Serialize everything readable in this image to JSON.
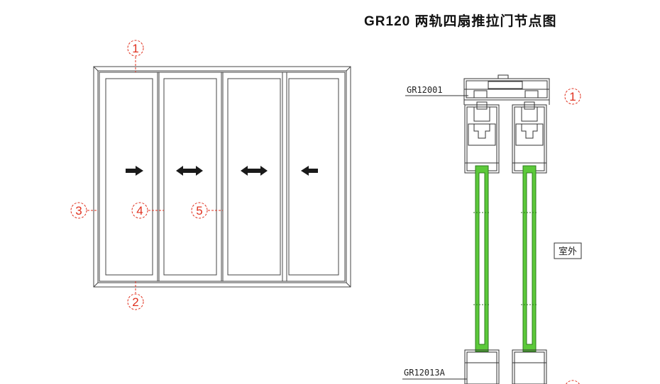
{
  "title": "GR120 两轨四扇推拉门节点图",
  "callouts": [
    "1",
    "2",
    "3",
    "4",
    "5"
  ],
  "detail": {
    "top_profile_label": "GR12001",
    "bottom_profile_label": "GR12013A",
    "exterior_label": "室外",
    "section_callout": "1"
  },
  "colors": {
    "callout": "#e0301e",
    "glass": "#5cc93a",
    "line": "#333333",
    "arrow": "#1a1a1a"
  },
  "panel_arrows": [
    "arrow-right-icon",
    "double-arrow-icon",
    "double-arrow-icon",
    "arrow-left-icon"
  ]
}
